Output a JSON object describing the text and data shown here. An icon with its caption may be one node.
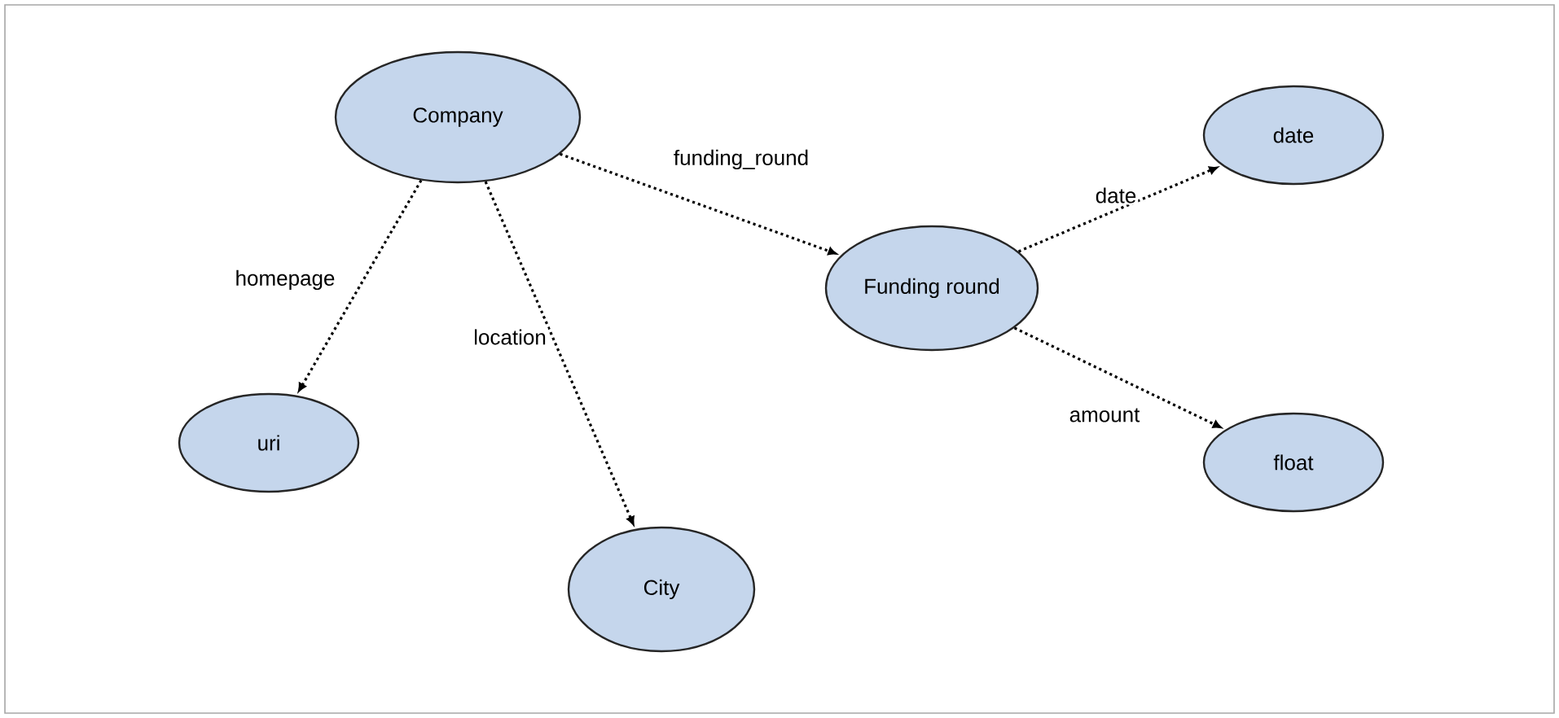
{
  "diagram": {
    "nodes": [
      {
        "text": [
          "Company"
        ]
      },
      {
        "text": [
          "uri"
        ]
      },
      {
        "text": [
          "City"
        ]
      },
      {
        "text": [
          "Funding round"
        ]
      },
      {
        "text": [
          "date"
        ]
      },
      {
        "text": [
          "float"
        ]
      }
    ],
    "edges": [
      {
        "from": 0,
        "to": 1,
        "arrow": "to",
        "label": "homepage"
      },
      {
        "from": 0,
        "to": 2,
        "arrow": "to",
        "label": "location"
      },
      {
        "from": 0,
        "to": 3,
        "arrow": "to",
        "label": "funding_round"
      },
      {
        "from": 3,
        "to": 4,
        "arrow": "to",
        "label": "date"
      },
      {
        "from": 3,
        "to": 5,
        "arrow": "to",
        "label": "amount"
      }
    ]
  }
}
